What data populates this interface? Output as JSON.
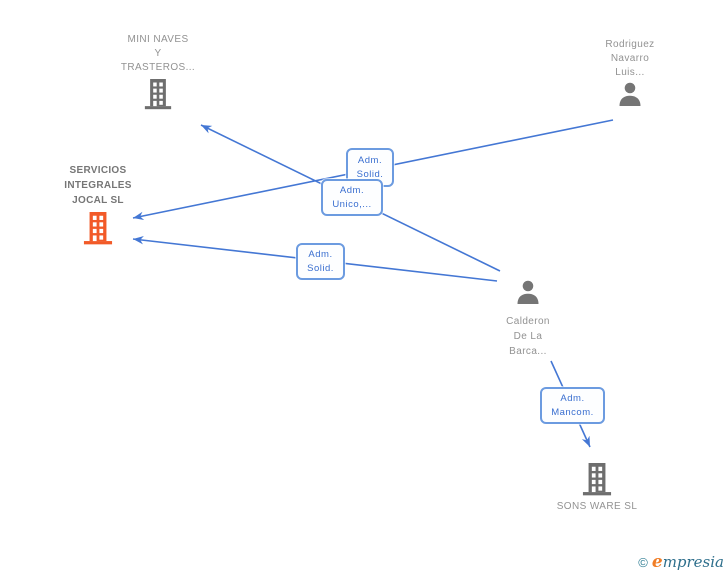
{
  "diagram_type": "corporate-relationship-graph",
  "nodes": [
    {
      "id": "mini-naves",
      "type": "company",
      "name": "MINI NAVES Y TRASTEROS...",
      "lines": [
        "MINI NAVES",
        "Y",
        "TRASTEROS..."
      ]
    },
    {
      "id": "rodriguez",
      "type": "person",
      "name": "Rodriguez Navarro Luis...",
      "lines": [
        "Rodriguez",
        "Navarro",
        "Luis..."
      ]
    },
    {
      "id": "servicios",
      "type": "company",
      "focal": true,
      "name": "SERVICIOS INTEGRALES JOCAL SL",
      "lines": [
        "SERVICIOS",
        "INTEGRALES",
        "JOCAL SL"
      ]
    },
    {
      "id": "calderon",
      "type": "person",
      "name": "Calderon De La Barca...",
      "lines": [
        "Calderon",
        "De La",
        "Barca..."
      ]
    },
    {
      "id": "sons-ware",
      "type": "company",
      "name": "SONS WARE SL",
      "lines": [
        "SONS WARE SL"
      ]
    }
  ],
  "edges": [
    {
      "from": "Rodriguez Navarro Luis...",
      "to": "SERVICIOS INTEGRALES JOCAL SL",
      "label": "Adm. Solid.",
      "label_lines": [
        "Adm.",
        "Solid."
      ]
    },
    {
      "from": "Calderon De La Barca...",
      "to": "MINI NAVES Y TRASTEROS...",
      "label": "Adm. Unico,...",
      "label_lines": [
        "Adm.",
        "Unico,..."
      ]
    },
    {
      "from": "Calderon De La Barca...",
      "to": "SERVICIOS INTEGRALES JOCAL SL",
      "label": "Adm. Solid.",
      "label_lines": [
        "Adm.",
        "Solid."
      ]
    },
    {
      "from": "Calderon De La Barca...",
      "to": "SONS WARE SL",
      "label": "Adm. Mancom.",
      "label_lines": [
        "Adm.",
        "Mancom."
      ]
    }
  ],
  "footer": {
    "copyright_symbol": "©",
    "brand_first_letter": "e",
    "brand_rest": "mpresia"
  },
  "colors": {
    "edge_blue": "#4477d4",
    "label_border": "#6c9be0",
    "label_text": "#3a6fd0",
    "node_text_gray": "#929292",
    "focal_text_gray": "#767676",
    "company_icon_gray": "#6e6e6e",
    "person_icon_gray": "#757575",
    "focal_company_orange": "#f25a28",
    "brand_teal": "#2e7d93",
    "brand_orange": "#f07d26"
  }
}
